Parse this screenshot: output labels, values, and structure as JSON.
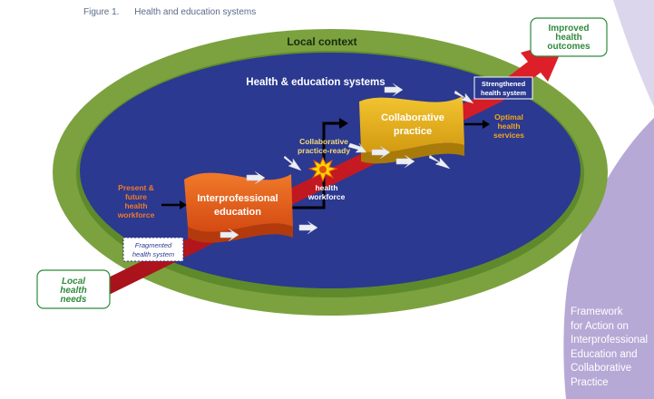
{
  "figure": {
    "number": "Figure 1.",
    "title": "Health and education systems"
  },
  "diagram": {
    "outer_ring_label": "Local context",
    "inner_label": "Health & education systems",
    "local_needs": [
      "Local",
      "health",
      "needs"
    ],
    "present_future": [
      "Present &",
      "future",
      "health",
      "workforce"
    ],
    "fragmented": [
      "Fragmented",
      "health system"
    ],
    "ipe_label": [
      "Interprofessional",
      "education"
    ],
    "collab_ready": [
      "Collaborative",
      "practice-ready"
    ],
    "health_workforce": [
      "health",
      "workforce"
    ],
    "cp_label": [
      "Collaborative",
      "practice"
    ],
    "strengthened": [
      "Strengthened",
      "health system"
    ],
    "optimal": [
      "Optimal",
      "health",
      "services"
    ],
    "improved": [
      "Improved",
      "health",
      "outcomes"
    ]
  },
  "sidebar": {
    "lines": [
      "Framework",
      "for Action on",
      "Interprofessional",
      "Education and",
      "Collaborative",
      "Practice"
    ]
  },
  "colors": {
    "green_ring": "#7ba23f",
    "blue_disc": "#2b3990",
    "red_arrow": "#c8161d",
    "ipe_orange": "#e8601c",
    "cp_yellow": "#e8b41a",
    "lavender": "#b7a9d6"
  }
}
